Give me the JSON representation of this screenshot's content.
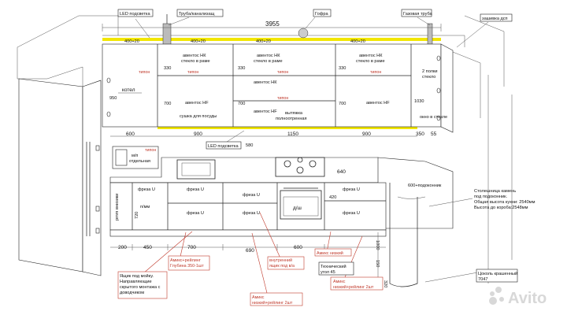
{
  "top_labels": {
    "led_top": "LED подсветка",
    "pipe": "Труба/канализащ",
    "corrugation": "Гофра",
    "gas_pipe": "Газовая труба",
    "dsp_cover": "зашивка дсп",
    "total_width": "3955"
  },
  "upper_cabinets": {
    "col_w_1": "400+20",
    "col_w_2": "400+20",
    "col_w_3": "400+20",
    "col_w_4": "400+20",
    "mezz_1_line1": "авентос НК",
    "mezz_1_line2": "стекло в раме",
    "mezz_2_line1": "авентос НК",
    "mezz_2_line2": "стекло в раме",
    "mezz_3_line1": "авентос НК",
    "mezz_3_line2": "стекло в раме",
    "h330_a": "330",
    "h330_b": "330",
    "h330_c": "330",
    "tipon_a": "типон",
    "tipon_b": "типон",
    "tipon_c": "типон",
    "tipon_d": "типон",
    "tipon_e": "типон",
    "boiler": "котел",
    "h950": "950",
    "aventos_nk_mid": "авентос НК",
    "aventos_hf_1": "авентос HF",
    "aventos_hf_2": "авентос HF",
    "aventos_hf_3": "авентос HF",
    "h700_a": "700",
    "h700_b": "700",
    "h700_c": "700",
    "dryer": "сушка для посуды",
    "hood_line1": "вытяжка",
    "hood_line2": "полноотренная",
    "side_line1": "2 полки",
    "side_line2": "стекло",
    "h1030": "1030",
    "glass_note": "окно в стекле"
  },
  "mid_labels": {
    "w600": "600",
    "w900_a": "900",
    "w1150": "1150",
    "w900_b": "900",
    "w350": "350",
    "w55": "55",
    "led_bottom": "LED подсветка",
    "h580": "580",
    "microwave_line1": "м/п",
    "microwave_line2": "отдельная",
    "tipon_mw": "типон",
    "depth640": "640",
    "sill": "600+подоконник"
  },
  "lower_cabinets": {
    "freza_1": "фреза U",
    "freza_2": "фреза U",
    "freza_3": "фреза U",
    "freza_4": "фреза U",
    "freza_5": "фреза U",
    "freza_6": "фреза U",
    "freza_7": "фреза U",
    "dishwasher": "п/мм",
    "pmm_note": "pmm внизики",
    "h720": "720",
    "oven": "д/ш",
    "h_side": "420"
  },
  "bottom_dims": {
    "d200": "200",
    "d450": "450",
    "d700": "700",
    "d690": "690",
    "d600": "600",
    "d1000": "1000",
    "d150": "150",
    "d320": "320"
  },
  "notes": {
    "amix_rail_l1": "Амикс+рейлинг",
    "amix_rail_l2": "Глубина 350-1шт",
    "inner_l1": "внутренний",
    "inner_l2": "ящик под в/а",
    "amix_low_1": "Амикс низкий",
    "tech_l1": "Технический",
    "tech_l2": "угол 45",
    "amix_low2_l1": "Амикс",
    "amix_low2_l2": "низкий+рейлинг 2шт",
    "sink_l1": "Ящик под мойку.",
    "sink_l2": "Направляющие",
    "sink_l3": "скрытого монтажа с",
    "sink_l4": "доводчиком",
    "amix_low3_l1": "Амикс",
    "amix_low3_l2": "низкий+рейлинг 2шт",
    "counter_l1": "Столешница камень",
    "counter_l2": "под подоконник.",
    "counter_l3": "Общая высота кухни: 2540мм",
    "counter_l4": "Высота до короба:2548мм",
    "plinth_l1": "Цоколь крашенный",
    "plinth_l2": "7047"
  },
  "watermark": "Avito",
  "colors": {
    "led": "#f2e600",
    "red": "#c0392b",
    "line": "#222222"
  }
}
